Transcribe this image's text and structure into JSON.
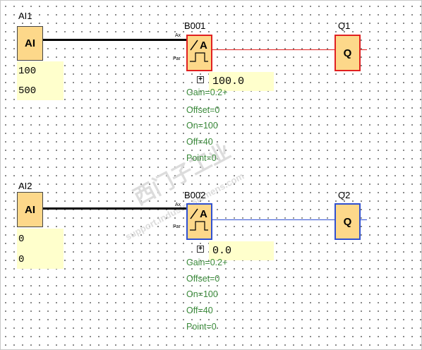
{
  "blocks": {
    "ai1": {
      "label": "AI1",
      "text": "AI",
      "val_top": "100",
      "val_bottom": "500"
    },
    "b001": {
      "label": "B001",
      "pin_ax": "Ax",
      "pin_par": "Par",
      "output": "100.0",
      "params": [
        "Gain=0.2+",
        "Offset=0",
        "On=100",
        "Off=40",
        "Point=0"
      ]
    },
    "q1": {
      "label": "Q1",
      "text": "Q"
    },
    "ai2": {
      "label": "AI2",
      "text": "AI",
      "val_top": "0",
      "val_bottom": "0"
    },
    "b002": {
      "label": "B002",
      "pin_ax": "Ax",
      "pin_par": "Par",
      "output": "0.0",
      "params": [
        "Gain=0.2+",
        "Offset=0",
        "On=100",
        "Off=40",
        "Point=0"
      ]
    },
    "q2": {
      "label": "Q2",
      "text": "Q"
    }
  },
  "colors": {
    "active_wire": "#e02020",
    "inactive_wire": "#3050d0",
    "block_fill": "#fdd88a",
    "value_box": "#ffffcc",
    "param_text": "#3a8a3a"
  },
  "icons": {
    "expand": "plus-icon",
    "threshold": "analog-threshold-icon"
  },
  "watermark": {
    "text": "西门子工业",
    "sub": "support.industry.siemens.com"
  }
}
